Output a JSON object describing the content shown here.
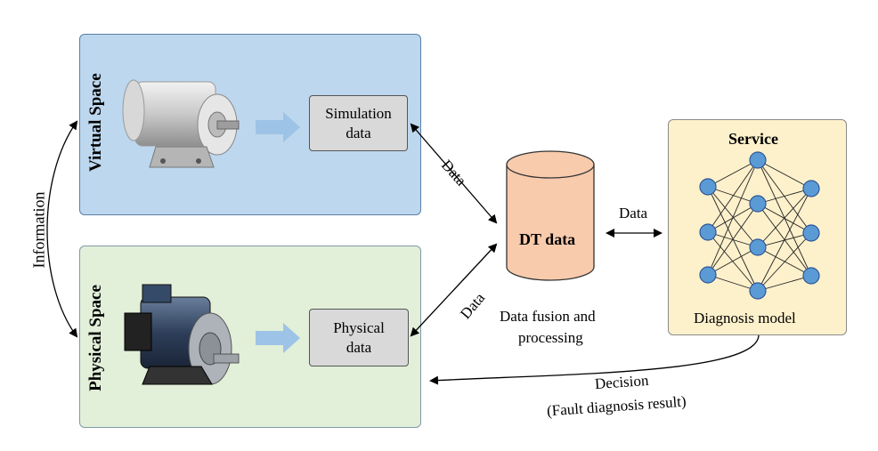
{
  "virtual_space": {
    "title": "Virtual Space",
    "box_label": "Simulation\ndata"
  },
  "physical_space": {
    "title": "Physical Space",
    "box_label": "Physical\ndata"
  },
  "information_label": "Information",
  "database": {
    "label": "DT data",
    "caption_line1": "Data fusion and",
    "caption_line2": "processing"
  },
  "arrows": {
    "data_top": "Data",
    "data_bottom": "Data",
    "data_right": "Data"
  },
  "service": {
    "title": "Service",
    "caption": "Diagnosis model"
  },
  "decision": {
    "line1": "Decision",
    "line2": "(Fault diagnosis result)"
  },
  "colors": {
    "virtual_bg": "#bdd7ee",
    "physical_bg": "#e2efd9",
    "service_bg": "#fdf1cc",
    "cylinder": "#f8cbad",
    "node": "#5b9bd5",
    "block_arrow": "#9dc3e6"
  }
}
